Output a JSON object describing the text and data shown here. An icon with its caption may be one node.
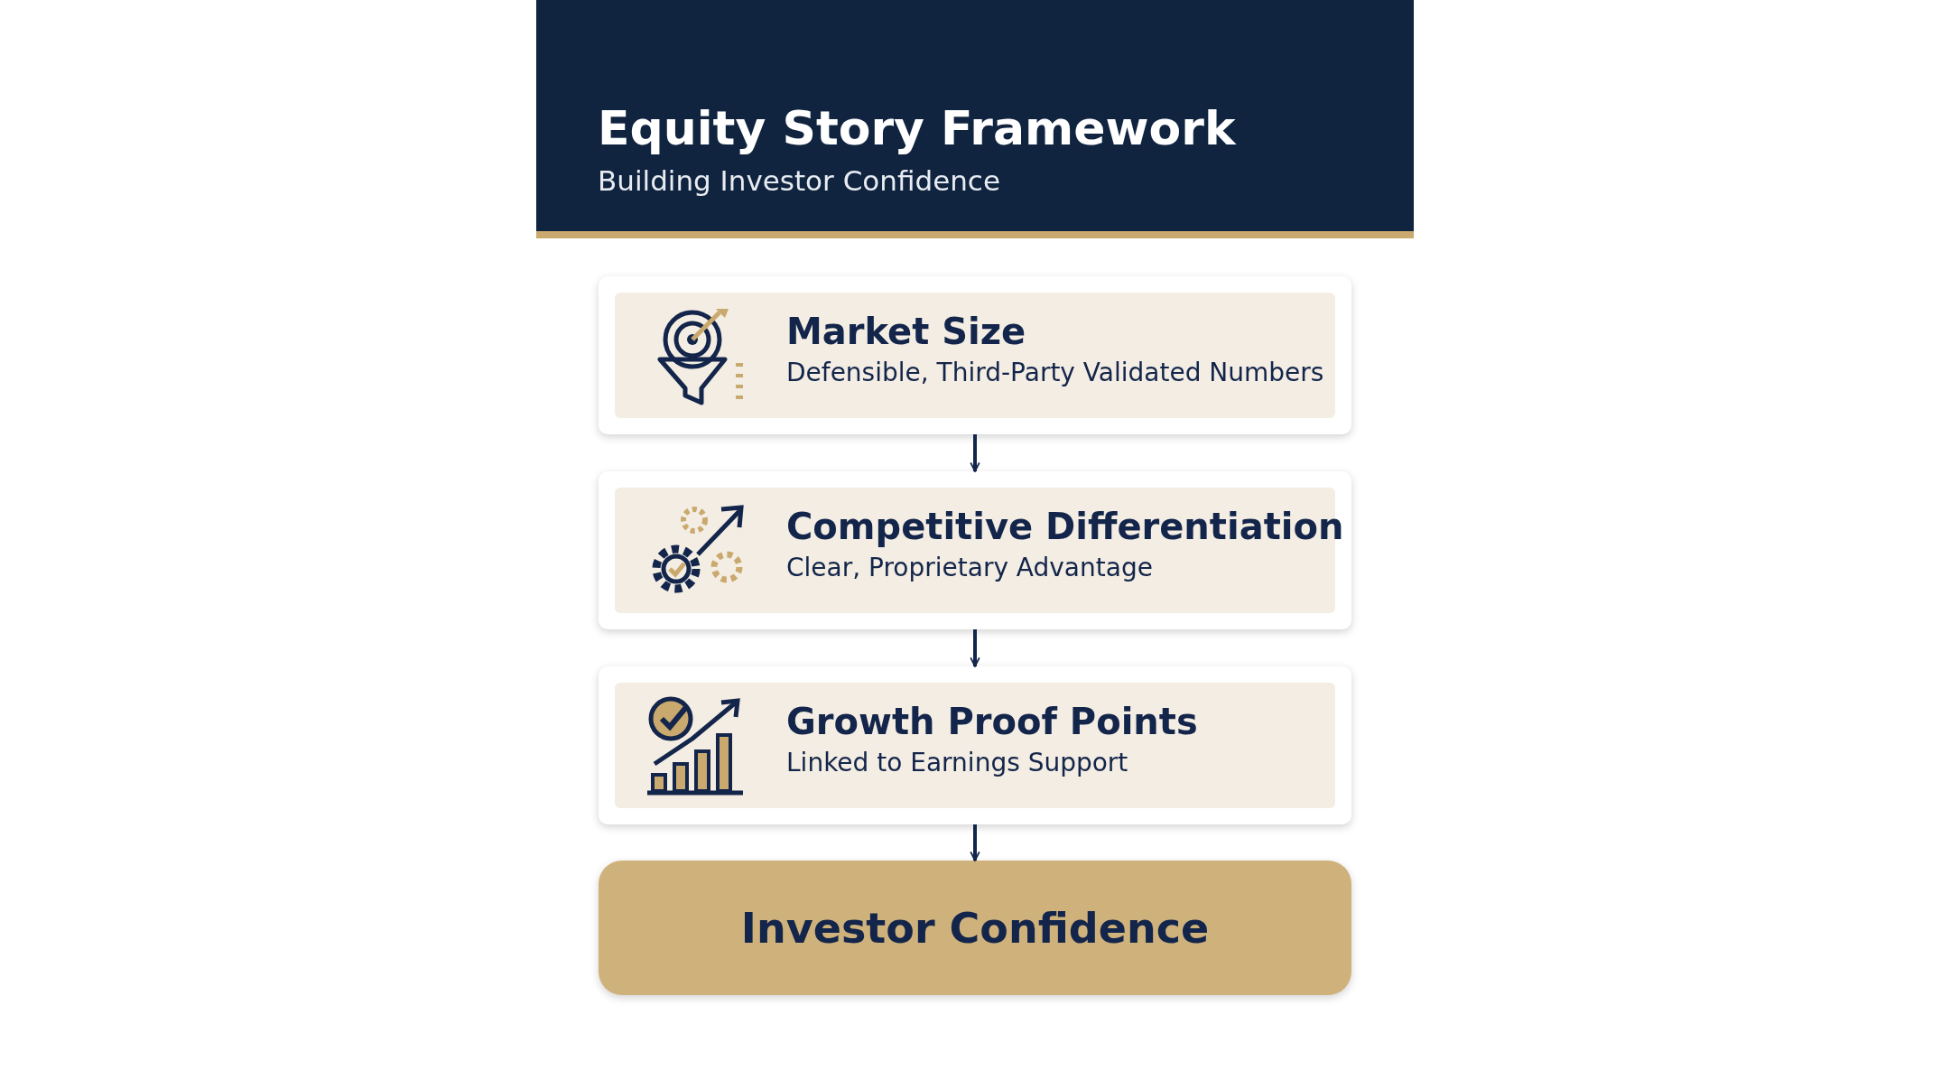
{
  "diagram": {
    "title": "Equity Story Framework",
    "nodes": [
      {
        "text": [
          "Market Size",
          "Defensible, Third-Party Validated Numbers"
        ]
      },
      {
        "text": [
          "Competitive Differentiation",
          "Clear, Proprietary Advantage"
        ]
      },
      {
        "text": [
          "Growth Proof Points",
          "Linked to Earnings Support"
        ]
      },
      {
        "text": [
          "Investor Confidence"
        ]
      }
    ],
    "edges": [
      {
        "from": 0,
        "to": 1,
        "arrow": "to"
      },
      {
        "from": 1,
        "to": 2,
        "arrow": "to"
      },
      {
        "from": 2,
        "to": 3,
        "arrow": "to"
      }
    ],
    "labels": [
      "Building Investor Confidence"
    ]
  }
}
